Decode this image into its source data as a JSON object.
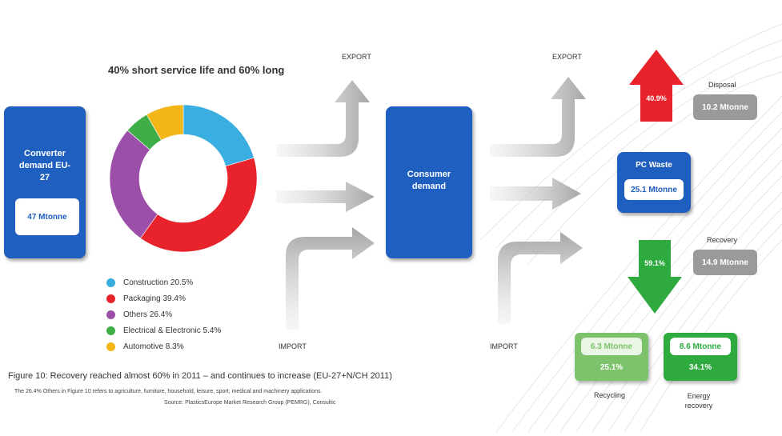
{
  "chart_data": {
    "type": "pie",
    "title": "40% short service life and 60% long",
    "categories": [
      "Construction 20.5%",
      "Packaging 39.4%",
      "Others 26.4%",
      "Electrical & Electronic 5.4%",
      "Automotive 8.3%"
    ],
    "values": [
      20.5,
      39.4,
      26.4,
      5.4,
      8.3
    ],
    "colors": [
      "#3aaee0",
      "#e8232b",
      "#9c4fa8",
      "#3fae49",
      "#f2b619"
    ]
  },
  "converter": {
    "title": "Converter demand EU-27",
    "value": "47 Mtonne"
  },
  "consumer": {
    "title": "Consumer demand"
  },
  "flows": {
    "export1": "EXPORT",
    "export2": "EXPORT",
    "import1": "IMPORT",
    "import2": "IMPORT"
  },
  "pcwaste": {
    "title": "PC Waste",
    "value": "25.1 Mtonne"
  },
  "disposal": {
    "label": "Disposal",
    "pct": "40.9%",
    "value": "10.2 Mtonne"
  },
  "recovery": {
    "label": "Recovery",
    "pct": "59.1%",
    "value": "14.9 Mtonne"
  },
  "recycling": {
    "value": "6.3 Mtonne",
    "pct": "25.1%",
    "label": "Recycling"
  },
  "energy": {
    "value": "8.6 Mtonne",
    "pct": "34.1%",
    "label": "Energy recovery"
  },
  "caption": {
    "title": "Figure 10: Recovery reached almost 60% in 2011 – and continues to increase (EU-27+N/CH 2011)",
    "note": "The 26.4% Others in Figure 10 refers to agriculture, furniture, household, leisure, sport, medical and machinery applications.",
    "source": "Source: PlasticsEurope Market Research Group (PEMRG), Consultic"
  },
  "colors": {
    "blue": "#1f5fbf",
    "red": "#e8232b",
    "green": "#2eaa3f",
    "lightgreen": "#7cc36b",
    "gray": "#9a9a9a",
    "arrowgray": "#a8a8a8"
  }
}
